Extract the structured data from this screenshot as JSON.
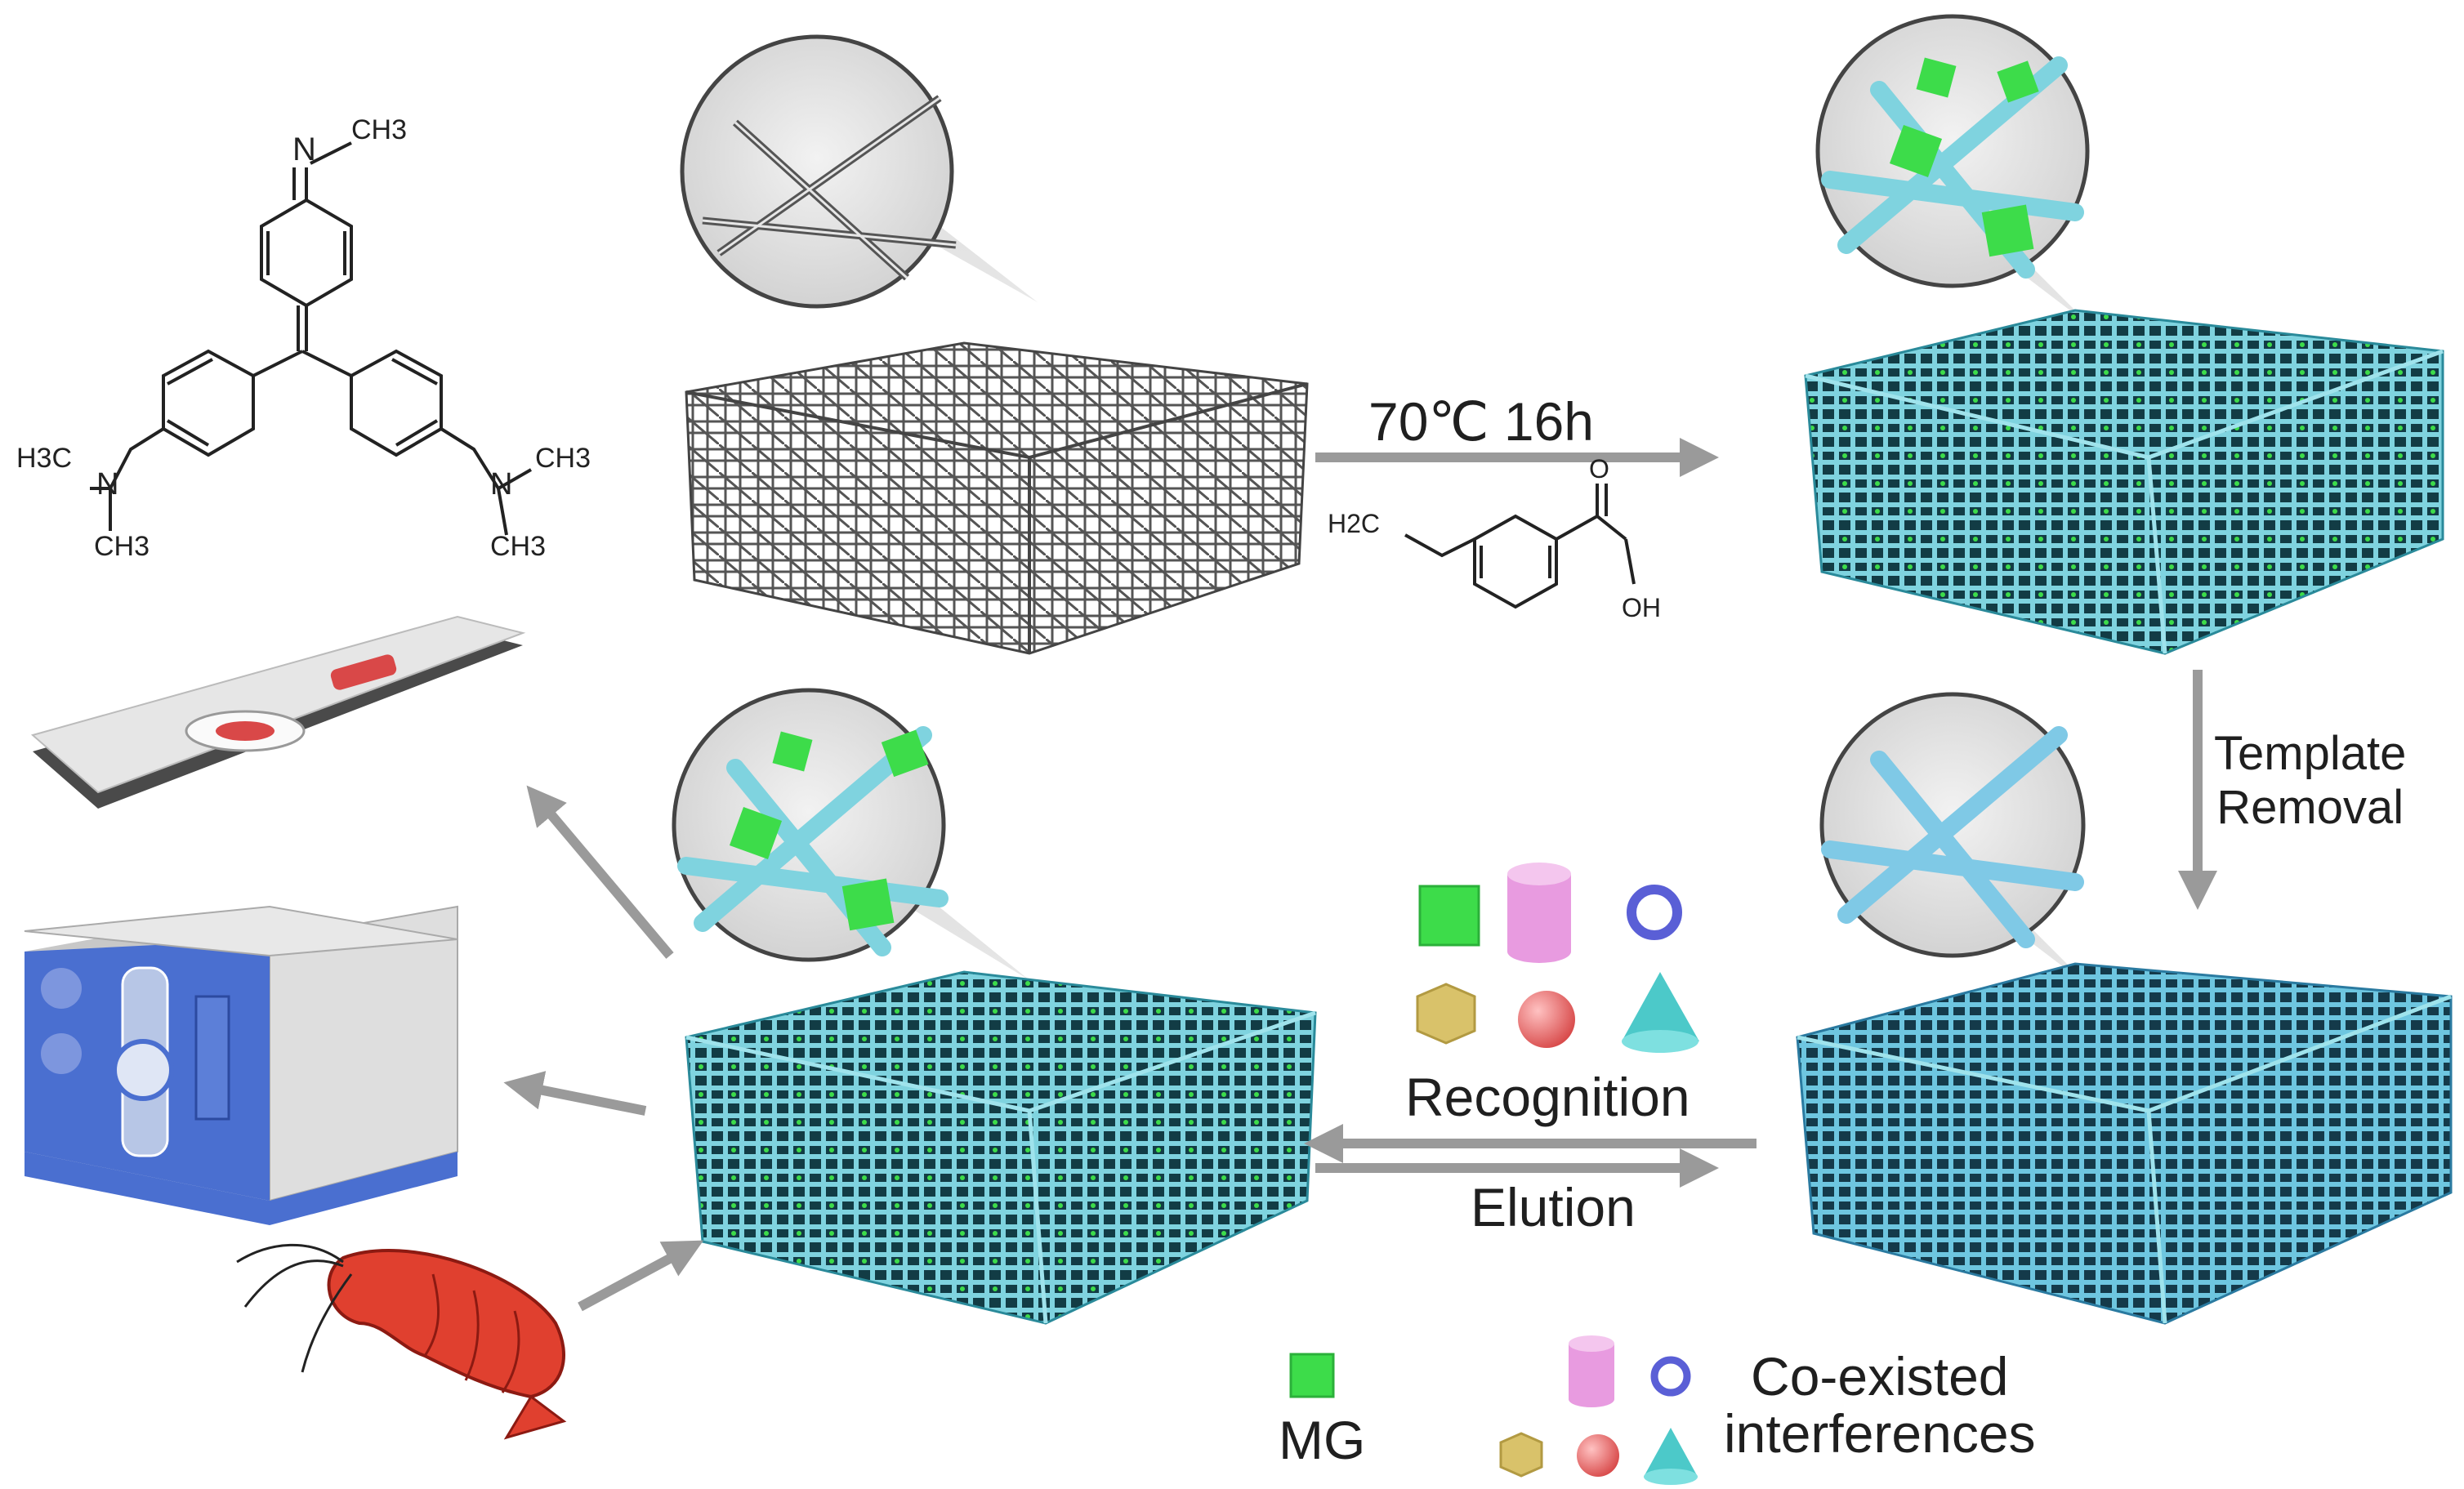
{
  "molecules": {
    "mg": {
      "top_group": "CH3",
      "top_atom": "N",
      "left_methyl": "H3C",
      "left_n": "N",
      "left_methyl_bottom": "CH3",
      "right_n": "N",
      "right_methyl": "CH3",
      "right_methyl_bottom": "CH3"
    },
    "monomer": {
      "vinyl": "H2C",
      "carbonyl_o": "O",
      "hydroxyl": "OH"
    }
  },
  "steps": {
    "polymerization": "70℃ 16h",
    "template_removal_line1": "Template",
    "template_removal_line2": "Removal",
    "recognition": "Recognition",
    "elution": "Elution"
  },
  "legend": {
    "target": "MG",
    "interferences_line1": "Co-existed",
    "interferences_line2": "interferences"
  },
  "colors": {
    "template_fiber": "#6b6b6b",
    "polymer_fiber": "#7fd3df",
    "mg_cube": "#3ddc4a",
    "cylinder": "#e89be0",
    "ring": "#5a5fd6",
    "hexagon": "#d9c26a",
    "sphere": "#e96b6b",
    "cone": "#4cc9c9",
    "arrow": "#9a9a9a",
    "shrimp": "#e0402f",
    "instrument_blue": "#4a6fd0"
  },
  "icons": [
    "template-fiber-block",
    "imprinted-block",
    "test-strip",
    "hplc-instrument",
    "shrimp-icon"
  ]
}
